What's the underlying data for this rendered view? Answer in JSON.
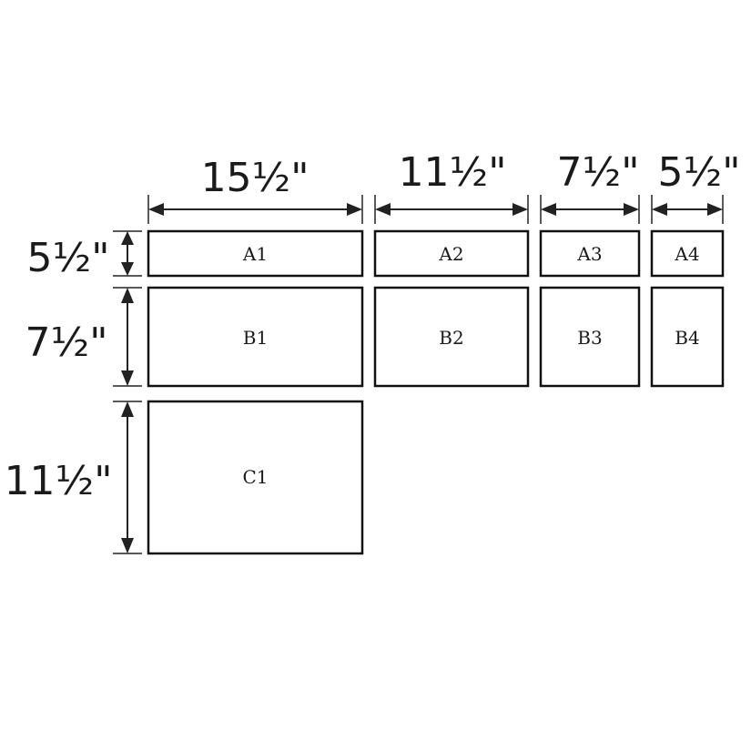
{
  "columns": [
    {
      "id": "col-1",
      "width_label": "15½\""
    },
    {
      "id": "col-2",
      "width_label": "11½\""
    },
    {
      "id": "col-3",
      "width_label": "7½\""
    },
    {
      "id": "col-4",
      "width_label": "5½\""
    }
  ],
  "rows": [
    {
      "id": "row-a",
      "height_label": "5½\"",
      "cells": [
        "A1",
        "A2",
        "A3",
        "A4"
      ]
    },
    {
      "id": "row-b",
      "height_label": "7½\"",
      "cells": [
        "B1",
        "B2",
        "B3",
        "B4"
      ]
    },
    {
      "id": "row-c",
      "height_label": "11½\"",
      "cells": [
        "C1"
      ]
    }
  ],
  "colors": {
    "line": "#111111",
    "background": "#ffffff"
  }
}
